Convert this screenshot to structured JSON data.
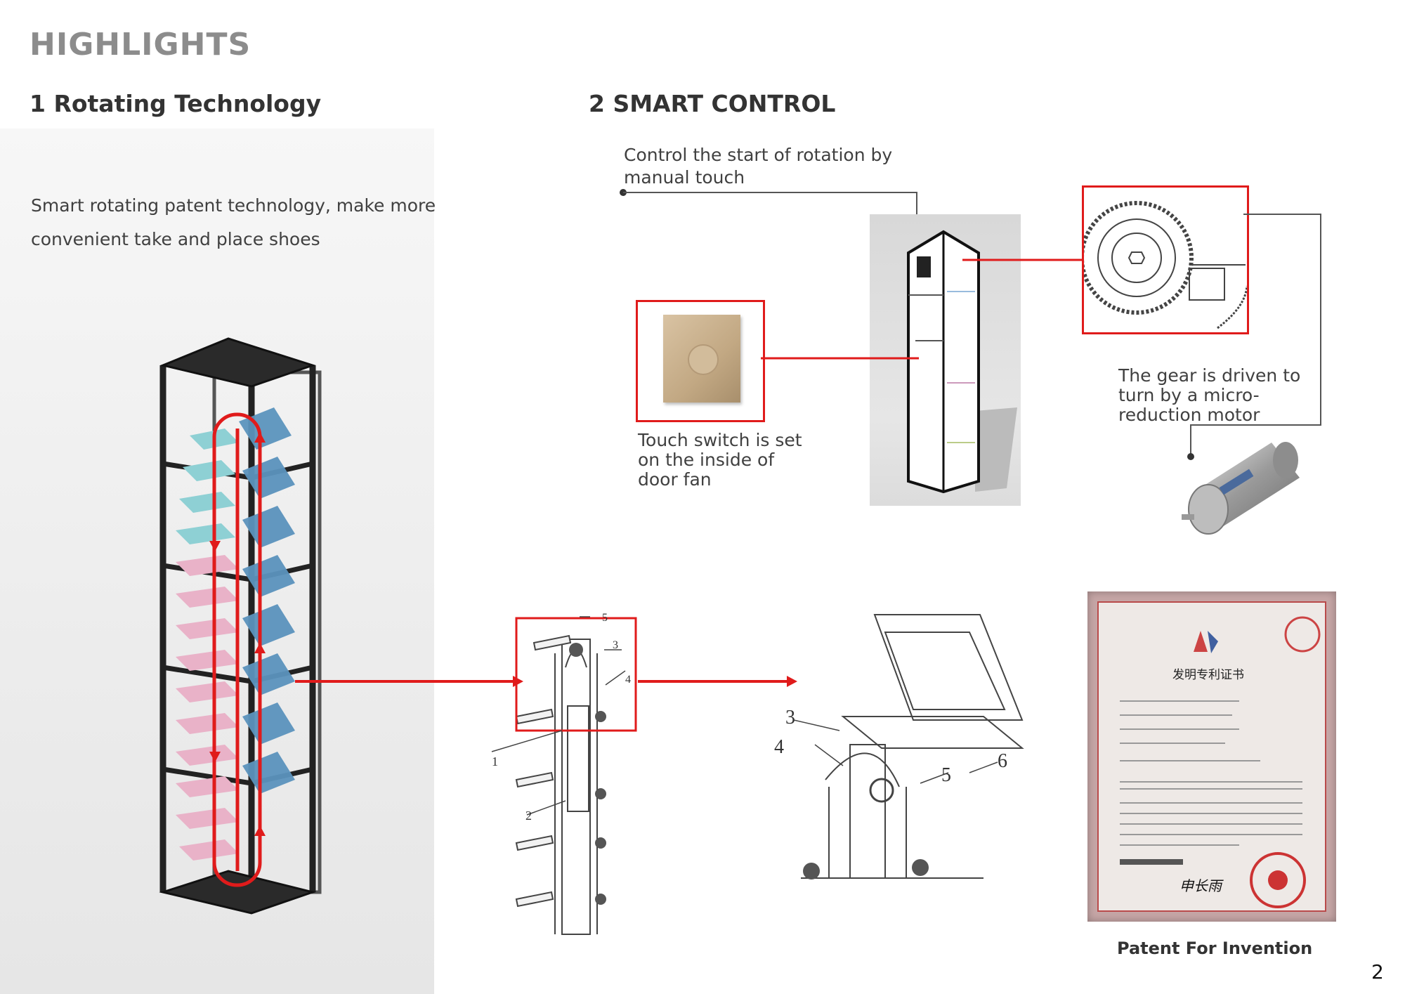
{
  "page": {
    "title": "HIGHLIGHTS",
    "page_number": "2"
  },
  "section1": {
    "heading": "1 Rotating Technology",
    "description_line1": "Smart rotating patent technology, make more",
    "description_line2": "convenient take and place shoes"
  },
  "section2": {
    "heading": "2 SMART CONTROL",
    "control_caption_line1": "Control the start of rotation by",
    "control_caption_line2": "manual touch",
    "switch_caption_line1": "Touch switch is set",
    "switch_caption_line2": "on the inside of",
    "switch_caption_line3": "door fan",
    "gear_caption_line1": "The gear is driven to",
    "gear_caption_line2": "turn by a micro-",
    "gear_caption_line3": "reduction motor"
  },
  "diagram_labels": {
    "mech_left": [
      "5",
      "3",
      "4",
      "1",
      "2"
    ],
    "mech_right": [
      "3",
      "4",
      "5",
      "6"
    ]
  },
  "patent": {
    "caption": "Patent For Invention",
    "doc_title": "发明专利证书",
    "signature": "申长雨"
  },
  "colors": {
    "accent_red": "#e01b1b",
    "heading_gray": "#8c8c8c",
    "teal_shelf": "#8ed0d4",
    "pink_shelf": "#e9b2c8",
    "blue_shelf": "#5b93bd"
  }
}
